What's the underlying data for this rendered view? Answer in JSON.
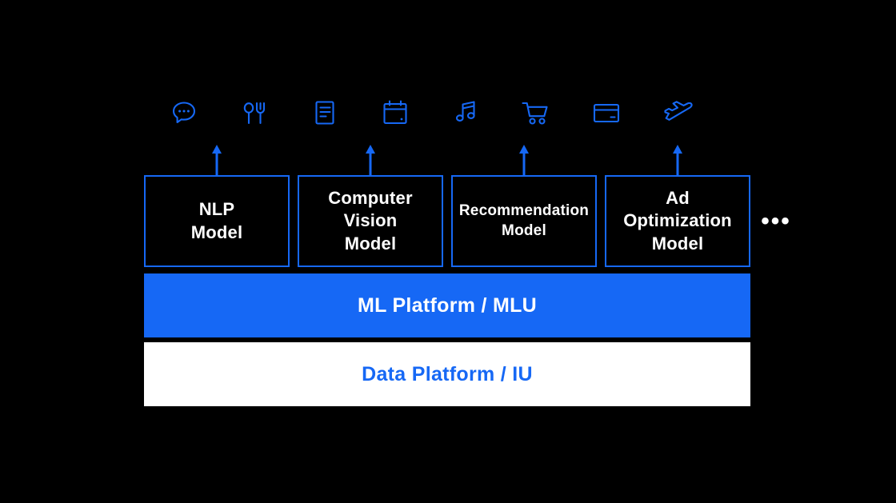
{
  "canvas": {
    "background": "#000000",
    "accent_blue": "#1668f5",
    "white": "#ffffff"
  },
  "icon_row": {
    "icons": [
      {
        "name": "chat-bubble-icon",
        "label": "Messaging"
      },
      {
        "name": "restaurant-cutlery-icon",
        "label": "Food"
      },
      {
        "name": "document-icon",
        "label": "Documents"
      },
      {
        "name": "calendar-icon",
        "label": "Calendar"
      },
      {
        "name": "music-note-icon",
        "label": "Music"
      },
      {
        "name": "shopping-cart-icon",
        "label": "Shopping"
      },
      {
        "name": "credit-card-icon",
        "label": "Payments"
      },
      {
        "name": "airplane-icon",
        "label": "Travel"
      }
    ]
  },
  "arrows": {
    "count": 4,
    "direction": "up",
    "color": "#1668f5"
  },
  "models": [
    {
      "name": "nlp-model",
      "label": "NLP\nModel",
      "size_class": "sz-22"
    },
    {
      "name": "computer-vision-model",
      "label": "Computer\nVision\nModel",
      "size_class": "sz-22"
    },
    {
      "name": "recommendation-model",
      "label": "Recommendation\nModel",
      "size_class": "sz-19"
    },
    {
      "name": "ad-optimization-model",
      "label": "Ad\nOptimization\nModel",
      "size_class": "sz-22"
    }
  ],
  "more_indicator": "•••",
  "platform_bars": [
    {
      "name": "ml-platform-bar",
      "label": "ML Platform / MLU",
      "fill": "#1668f5",
      "text_color": "#ffffff"
    },
    {
      "name": "data-platform-bar",
      "label": "Data Platform / IU",
      "fill": "#ffffff",
      "text_color": "#1668f5"
    }
  ]
}
